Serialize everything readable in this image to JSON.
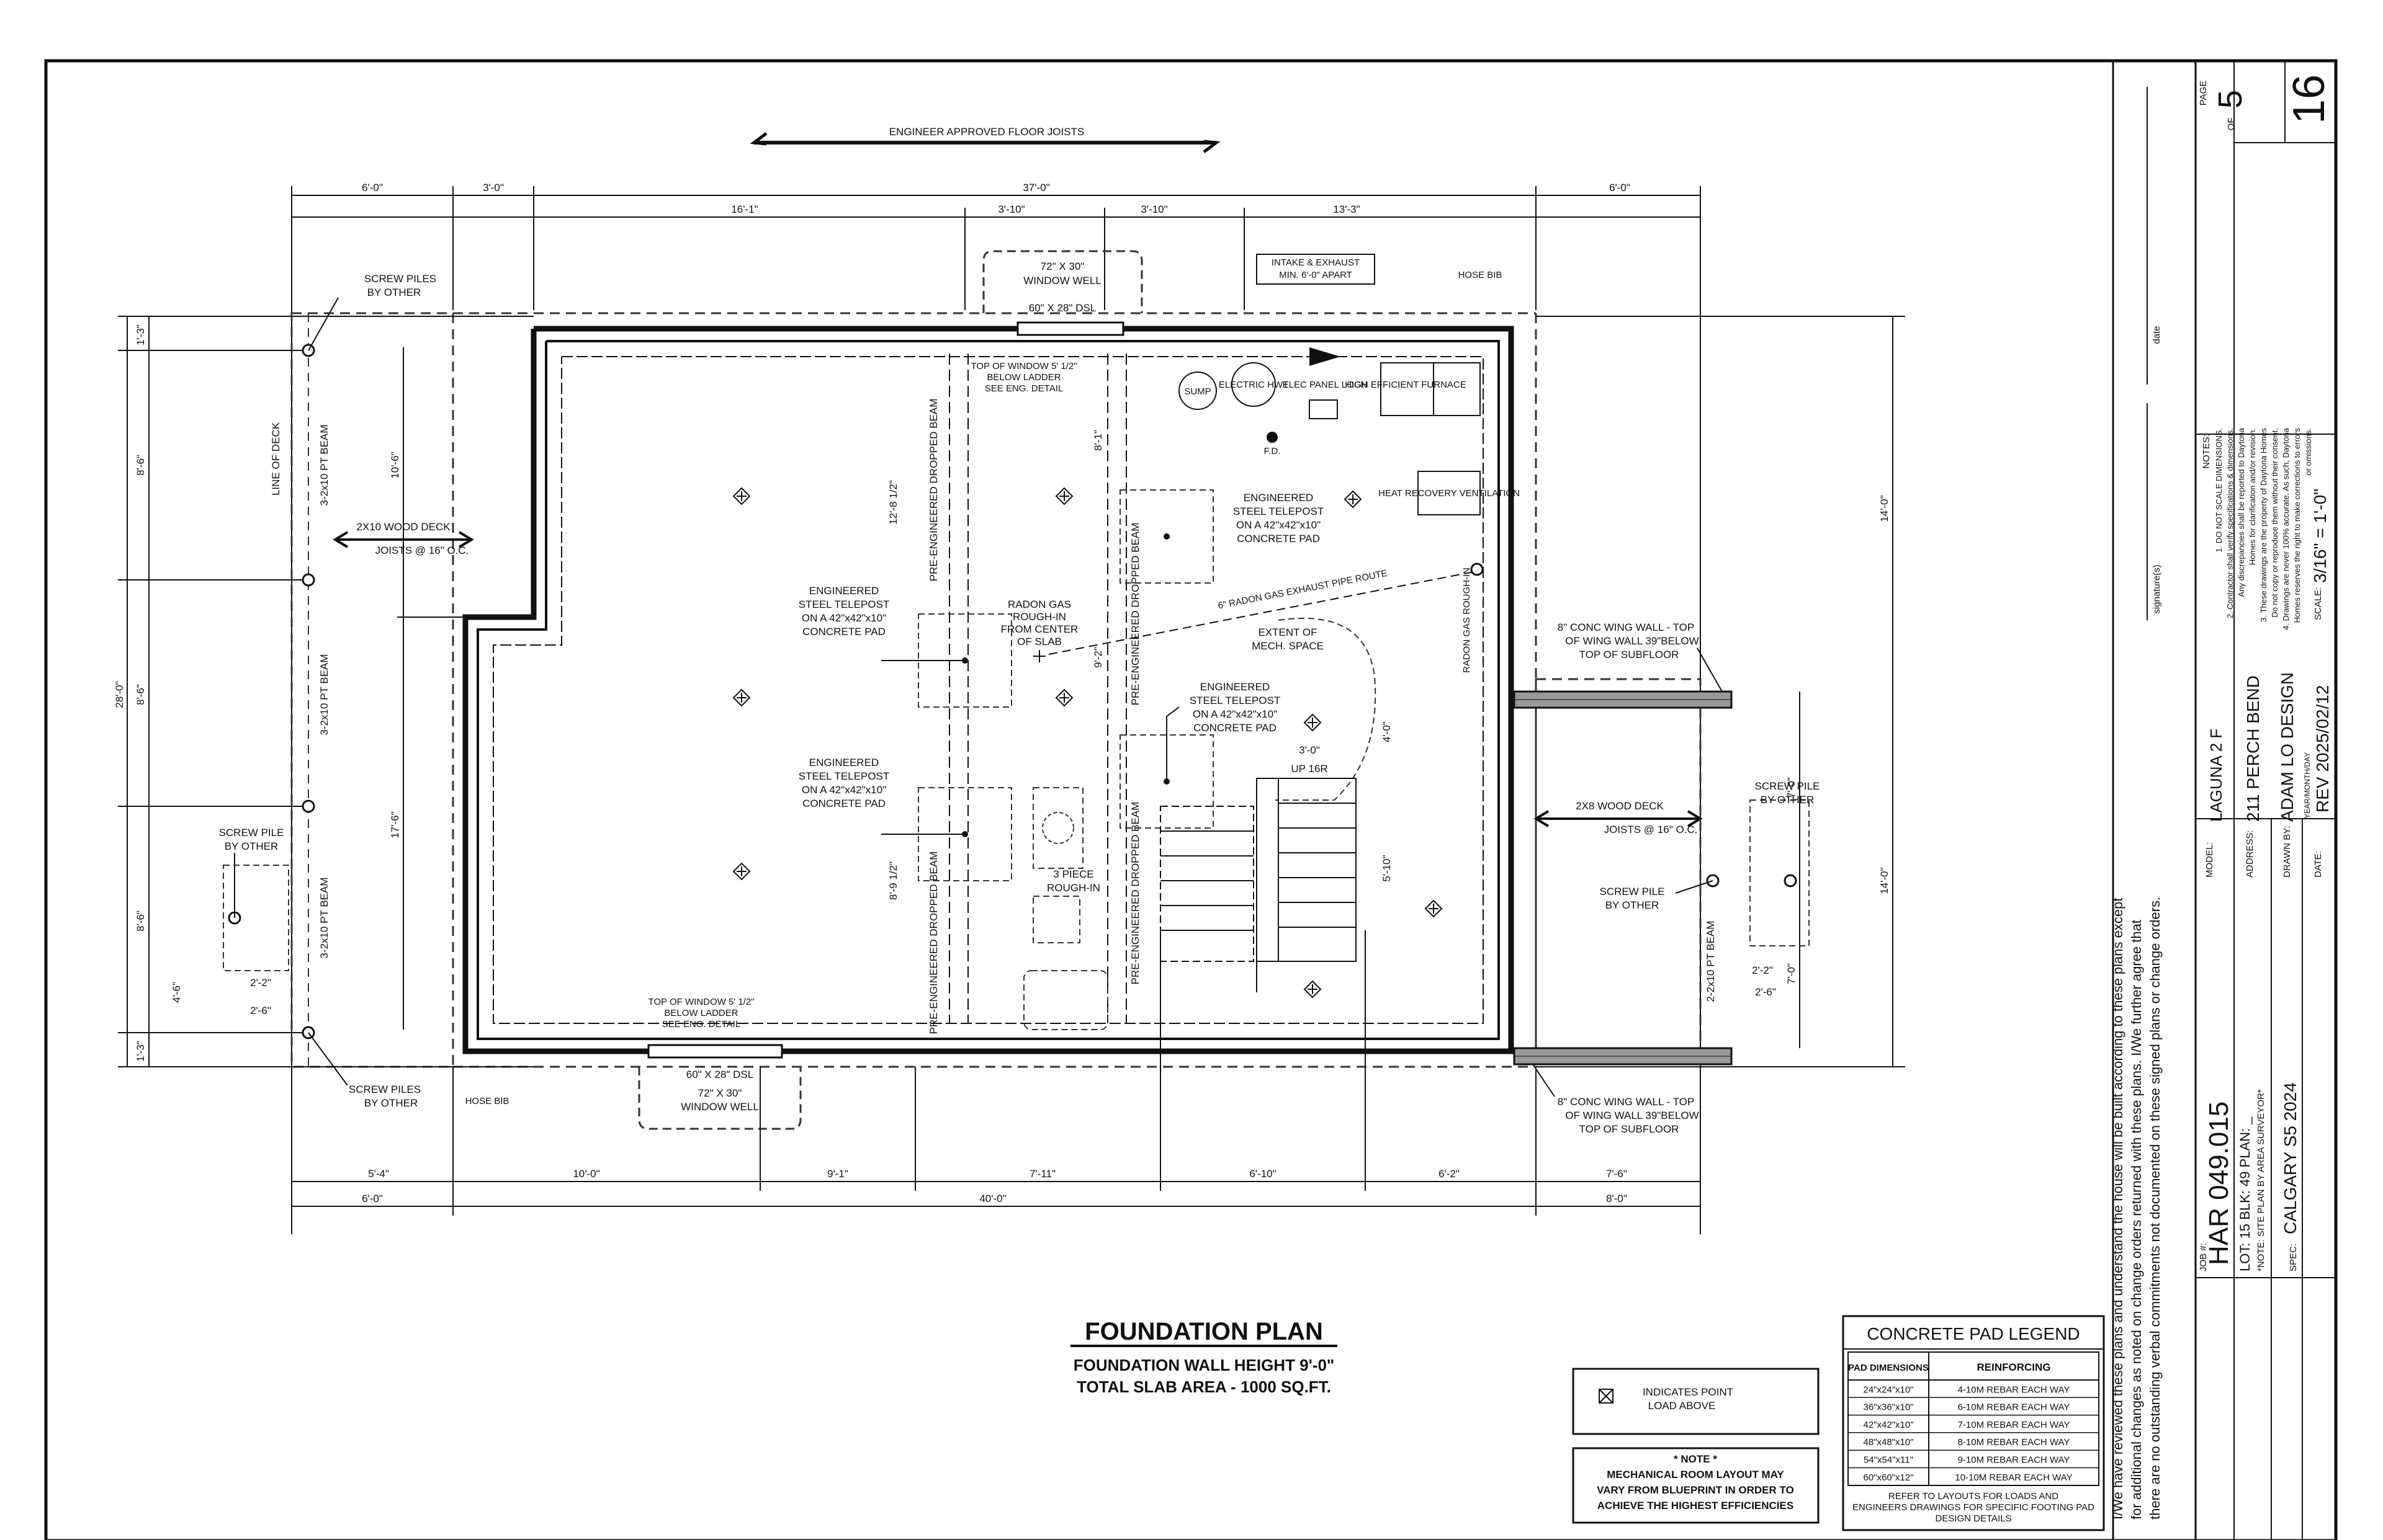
{
  "drawing": {
    "floor_joists_label": "ENGINEER APPROVED FLOOR JOISTS",
    "top_dims": [
      "6'-0\"",
      "3'-0\"",
      "37'-0\"",
      "6'-0\""
    ],
    "top_sub_dims": [
      "16'-1\"",
      "3'-10\"",
      "3'-10\"",
      "13'-3\""
    ],
    "bottom_dims": [
      "5'-4\"",
      "10'-0\"",
      "9'-1\"",
      "7'-11\"",
      "6'-10\"",
      "6'-2\"",
      "7'-6\""
    ],
    "bottom_totals": [
      "6'-0\"",
      "40'-0\"",
      "8'-0\""
    ],
    "left_dims": [
      "1'-3\"",
      "8'-6\"",
      "8'-6\"",
      "8'-6\"",
      "1'-3\""
    ],
    "left_total": "28'-0\"",
    "inner_left_dims": [
      "10'-6\"",
      "17'-6\""
    ],
    "right_dims": [
      "14'-0\"",
      "14'-0\""
    ],
    "right_small_dims": [
      "7'-0\"",
      "7'-0\""
    ],
    "pile_dims": [
      "2'-2\"",
      "2'-6\"",
      "4'-6\""
    ],
    "window_well_top": "72\" X 30\"",
    "window_well_label": "WINDOW WELL",
    "window_dsl": "60\" X 28\" DSL",
    "intake_exhaust": "INTAKE & EXHAUST",
    "intake_exhaust_min": "MIN. 6'-0\" APART",
    "hose_bib": "HOSE BIB",
    "screw_piles": "SCREW PILES",
    "screw_pile": "SCREW PILE",
    "by_other": "BY OTHER",
    "line_of_deck": "LINE OF DECK",
    "beam_3_2x10": "3-2x10 PT BEAM",
    "beam_2_2x10": "2-2x10 PT BEAM",
    "deck_2x10": "2X10 WOOD DECK",
    "deck_2x8": "2X8 WOOD DECK",
    "joists_16": "JOISTS @ 16\" O.C.",
    "top_of_window": "TOP OF WINDOW 5' 1/2\"",
    "below_ladder": "BELOW LADDER",
    "see_eng": "SEE ENG. DETAIL",
    "telepost_1": "ENGINEERED",
    "telepost_2": "STEEL TELEPOST",
    "telepost_3": "ON A 42\"x42\"x10\"",
    "telepost_4": "CONCRETE PAD",
    "pre_eng_beam": "PRE-ENGINEERED DROPPED BEAM",
    "radon_1": "RADON GAS",
    "radon_2": "ROUGH-IN",
    "radon_3": "FROM CENTER",
    "radon_4": "OF SLAB",
    "radon_pipe": "6\" RADON GAS EXHAUST PIPE ROUTE",
    "radon_small": "RADON GAS ROUGH-IN",
    "mech_1": "EXTENT OF",
    "mech_2": "MECH. SPACE",
    "sump": "SUMP",
    "electric_hwt": "ELECTRIC HWT",
    "elec_panel": "ELEC PANEL LOCN",
    "fd": "F.D.",
    "high_eff": "HIGH EFFICIENT FURNACE",
    "hrv": "HEAT RECOVERY VENTILATION",
    "three_piece_1": "3 PIECE",
    "three_piece_2": "ROUGH-IN",
    "up_stairs": "UP 16R",
    "conc_wing_1": "8\" CONC WING WALL - TOP",
    "conc_wing_2": "OF WING WALL 39\"BELOW",
    "conc_wing_3": "TOP OF SUBFLOOR",
    "dim_12_8": "12'-8 1/2\"",
    "dim_8_1": "8'-1\"",
    "dim_9_2": "9'-2\"",
    "dim_8_9": "8'-9 1/2\"",
    "dim_5_10": "5'-10\"",
    "dim_3_0": "3'-0\"",
    "dim_4_0": "4'-0\""
  },
  "plan_title": {
    "title": "FOUNDATION PLAN",
    "wall_height": "FOUNDATION WALL HEIGHT 9'-0\"",
    "slab_area": "TOTAL SLAB AREA - 1000 SQ.FT."
  },
  "point_load_legend": {
    "text_1": "INDICATES POINT",
    "text_2": "LOAD ABOVE"
  },
  "mech_note": {
    "heading": "* NOTE *",
    "line_1": "MECHANICAL ROOM LAYOUT MAY",
    "line_2": "VARY FROM BLUEPRINT IN ORDER TO",
    "line_3": "ACHIEVE THE HIGHEST EFFICIENCIES"
  },
  "pad_legend": {
    "title": "CONCRETE PAD LEGEND",
    "col_1": "PAD DIMENSIONS",
    "col_2": "REINFORCING",
    "rows": [
      {
        "dim": "24\"x24\"x10\"",
        "reinf": "4-10M REBAR EACH WAY"
      },
      {
        "dim": "36\"x36\"x10\"",
        "reinf": "6-10M REBAR EACH WAY"
      },
      {
        "dim": "42\"x42\"x10\"",
        "reinf": "7-10M REBAR EACH WAY"
      },
      {
        "dim": "48\"x48\"x10\"",
        "reinf": "8-10M REBAR EACH WAY"
      },
      {
        "dim": "54\"x54\"x11\"",
        "reinf": "9-10M REBAR EACH WAY"
      },
      {
        "dim": "60\"x60\"x12\"",
        "reinf": "10-10M REBAR EACH WAY"
      }
    ],
    "footnote_1": "REFER TO LAYOUTS FOR LOADS AND",
    "footnote_2": "ENGINEERS DRAWINGS FOR SPECIFIC FOOTING PAD",
    "footnote_3": "DESIGN DETAILS"
  },
  "title_block": {
    "page_label": "PAGE",
    "page_number": "5",
    "of_label": "OF",
    "total_pages": "16",
    "notes_heading": "NOTES:",
    "notes": [
      "1. DO NOT SCALE DIMENSIONS.",
      "2. Contractor shall verify specifications & dimensions.",
      "   Any discrepancies shall be reported to Daytona",
      "   Homes for clarification and/or revision.",
      "3. These drawings are the property of Daytona Homes",
      "   Do not copy or reproduce them without their consent.",
      "4. Drawings are never 100% accurate. As such, Daytona",
      "   Homes reserves the right to make corrections to errors",
      "   or omissions."
    ],
    "date_label": "date",
    "signature_label": "signature(s)",
    "agreement_1": "I/We have reviewed these plans and understand the house will be built according to these plans except",
    "agreement_2": "for additional changes as noted on change orders returned with these plans. I/We further agree that",
    "agreement_3": "there are no outstanding verbal commitments not documented on these signed plans or change orders.",
    "model_label": "MODEL:",
    "model": "LAGUNA 2 F",
    "address_label": "ADDRESS:",
    "address": "211 PERCH BEND",
    "drawn_label": "DRAWN BY:",
    "drawn_by": "ADAM LO DESIGN",
    "date_field_label": "DATE:",
    "yearmonth_label": "YEAR/MONTH/DAY",
    "date_value": "REV 2025/02/12",
    "scale_label": "SCALE:",
    "scale": "3/16\" = 1'-0\"",
    "job_label": "JOB #:",
    "job_number": "HAR 049.015",
    "lot_line": "LOT: 15   BLK: 49   PLAN: _",
    "site_note": "*NOTE: SITE PLAN BY AREA SURVEYOR*",
    "spec_label": "SPEC:",
    "spec": "CALGARY S5 2024"
  }
}
